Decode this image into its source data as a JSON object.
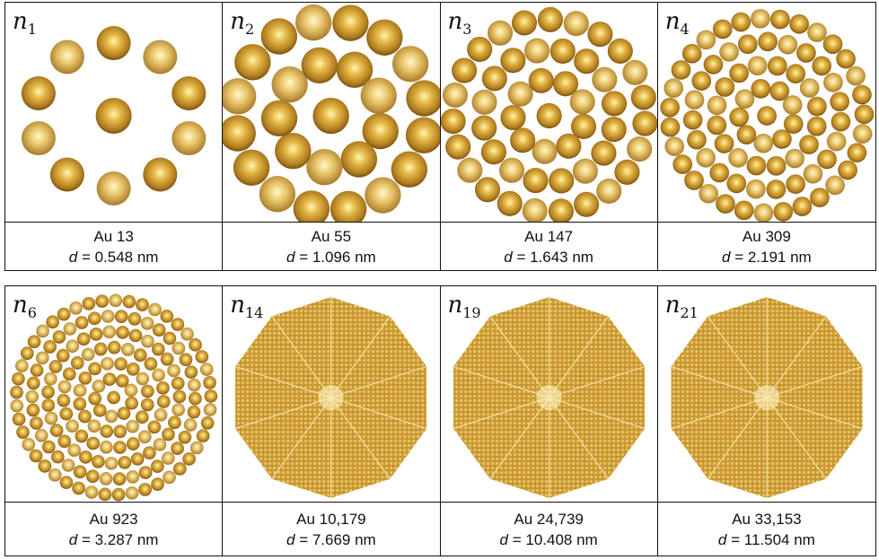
{
  "panels": [
    {
      "label_letter": "n",
      "label_sub": "1",
      "species": "Au 13",
      "d_symbol": "d",
      "d_value": " = 0.548 nm"
    },
    {
      "label_letter": "n",
      "label_sub": "2",
      "species": "Au 55",
      "d_symbol": "d",
      "d_value": " = 1.096 nm"
    },
    {
      "label_letter": "n",
      "label_sub": "3",
      "species": "Au 147",
      "d_symbol": "d",
      "d_value": " = 1.643 nm"
    },
    {
      "label_letter": "n",
      "label_sub": "4",
      "species": "Au 309",
      "d_symbol": "d",
      "d_value": " = 2.191 nm"
    },
    {
      "label_letter": "n",
      "label_sub": "6",
      "species": "Au 923",
      "d_symbol": "d",
      "d_value": " = 3.287 nm"
    },
    {
      "label_letter": "n",
      "label_sub": "14",
      "species": "Au 10,179",
      "d_symbol": "d",
      "d_value": " = 7.669 nm"
    },
    {
      "label_letter": "n",
      "label_sub": "19",
      "species": "Au 24,739",
      "d_symbol": "d",
      "d_value": " = 10.408 nm"
    },
    {
      "label_letter": "n",
      "label_sub": "21",
      "species": "Au 33,153",
      "d_symbol": "d",
      "d_value": " = 11.504 nm"
    }
  ],
  "colors": {
    "gold_light": "#f7e08a",
    "gold_mid": "#d9a93a",
    "gold_dark": "#8a5a12",
    "border": "#111111"
  }
}
